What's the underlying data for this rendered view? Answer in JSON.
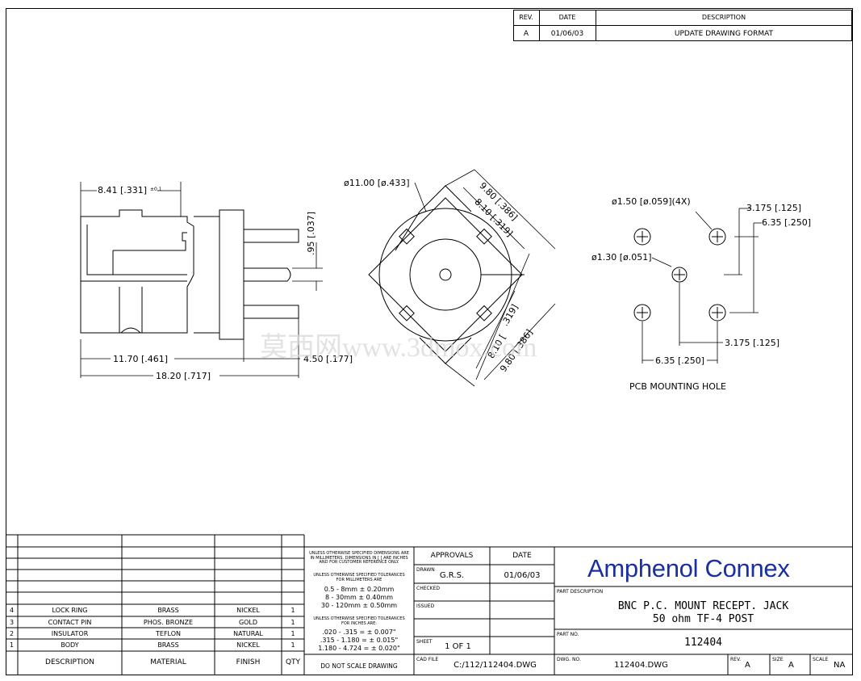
{
  "revision_block": {
    "headers": [
      "REV.",
      "DATE",
      "DESCRIPTION"
    ],
    "rows": [
      [
        "A",
        "01/06/03",
        "UPDATE DRAWING FORMAT"
      ]
    ]
  },
  "side_view": {
    "dim_top": "8.41 [.331]",
    "dim_top_tol": "±0.1",
    "dim_pin": ".95 [.037]",
    "dim_body": "11.70 [.461]",
    "dim_post": "4.50 [.177]",
    "dim_total": "18.20 [.717]"
  },
  "front_view": {
    "dim_dia": "ø11.00 [ø.433]",
    "dim_a": "9.80 [.386]",
    "dim_b": "8.10 [.319]",
    "dim_c": ".319]",
    "dim_d": "8.10 [",
    "dim_e": "9.80 [.386]"
  },
  "pcb_view": {
    "hole_dia": "ø1.50 [ø.059](4X)",
    "center_dia": "ø1.30 [ø.051]",
    "dim_r1": "3.175 [.125]",
    "dim_r2": "6.35 [.250]",
    "dim_b1": "3.175 [.125]",
    "dim_b2": "6.35 [.250]",
    "caption": "PCB MOUNTING HOLE"
  },
  "watermark": "莫西网www.3dmox.com",
  "bom": {
    "headers": [
      "DESCRIPTION",
      "MATERIAL",
      "FINISH",
      "QTY"
    ],
    "rows": [
      {
        "item": "4",
        "description": "LOCK RING",
        "material": "BRASS",
        "finish": "NICKEL",
        "qty": "1"
      },
      {
        "item": "3",
        "description": "CONTACT PIN",
        "material": "PHOS. BRONZE",
        "finish": "GOLD",
        "qty": "1"
      },
      {
        "item": "2",
        "description": "INSULATOR",
        "material": "TEFLON",
        "finish": "NATURAL",
        "qty": "1"
      },
      {
        "item": "1",
        "description": "BODY",
        "material": "BRASS",
        "finish": "NICKEL",
        "qty": "1"
      }
    ]
  },
  "tolerance": {
    "note1": "UNLESS OTHERWISE SPECIFIED DIMENSIONS ARE IN MILLIMETERS. DIMENSIONS IN [ ] ARE INCHES AND FOR CUSTOMER REFERENCE ONLY.",
    "mm_head": "UNLESS OTHERWISE SPECIFIED TOLERANCES FOR MILLIMETERS ARE",
    "mm_rows": [
      "0.5 - 8mm ± 0.20mm",
      "8 - 30mm ± 0.40mm",
      "30 - 120mm ± 0.50mm"
    ],
    "in_head": "UNLESS OTHERWISE SPECIFIED TOLERANCES FOR INCHES ARE:",
    "in_rows": [
      ".020 - .315 = ± 0.007\"",
      ".315 - 1.180 = ± 0.015\"",
      "1.180 - 4.724 = ± 0.020\""
    ],
    "do_not_scale": "DO NOT SCALE DRAWING"
  },
  "approvals": {
    "header": "APPROVALS",
    "date_header": "DATE",
    "drawn_label": "DRAWN",
    "drawn_by": "G.R.S.",
    "drawn_date": "01/06/03",
    "checked_label": "CHECKED",
    "issued_label": "ISSUED",
    "sheet_label": "SHEET",
    "sheet_value": "1 OF 1",
    "cad_label": "CAD FILE",
    "cad_value": "C:/112/112404.DWG"
  },
  "title_block": {
    "brand": "Amphenol Connex",
    "part_desc_label": "PART DESCRIPTION",
    "part_desc_line1": "BNC P.C. MOUNT RECEPT. JACK",
    "part_desc_line2": "50 ohm TF-4 POST",
    "part_no_label": "PART NO.",
    "part_no": "112404",
    "dwg_label": "DWG. NO.",
    "dwg_no": "112404.DWG",
    "rev_label": "REV.",
    "rev": "A",
    "size_label": "SIZE",
    "size": "A",
    "scale_label": "SCALE",
    "scale": "NA"
  }
}
